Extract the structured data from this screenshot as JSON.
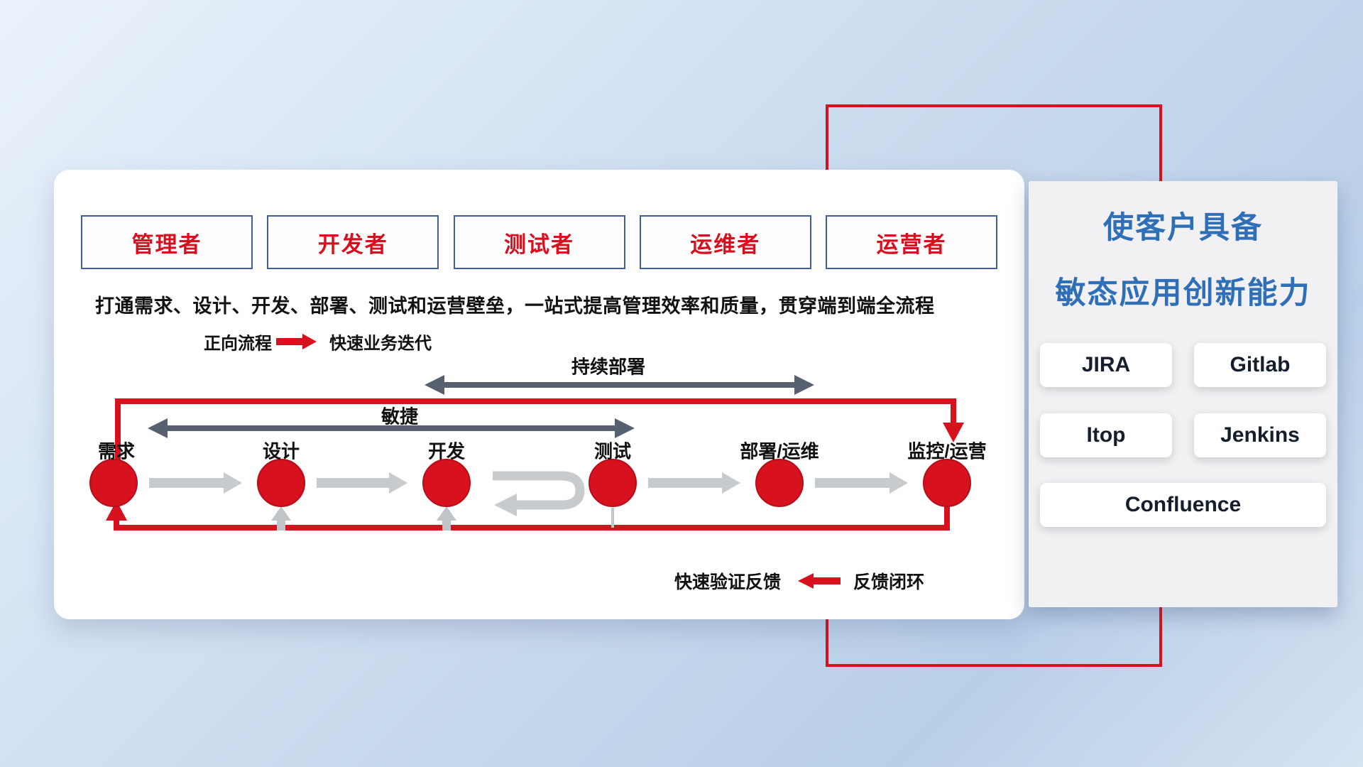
{
  "colors": {
    "accent_red": "#d7111e",
    "role_border_blue": "#3f5ca6",
    "title_blue": "#2e6fb8",
    "dark_arrow": "#566070",
    "light_arrow": "#c8cbce"
  },
  "roles": [
    "管理者",
    "开发者",
    "测试者",
    "运维者",
    "运营者"
  ],
  "subtitle": "打通需求、设计、开发、部署、测试和运营壁垒，一站式提高管理效率和质量，贯穿端到端全流程",
  "legend_forward": {
    "label": "正向流程",
    "desc": "快速业务迭代"
  },
  "flow": {
    "continuous_deploy_label": "持续部署",
    "agile_label": "敏捷",
    "nodes": [
      "需求",
      "设计",
      "开发",
      "测试",
      "部署/运维",
      "监控/运营"
    ],
    "feedback_fast_label": "快速验证反馈",
    "feedback_loop_label": "反馈闭环"
  },
  "right_panel": {
    "title_line1": "使客户具备",
    "title_line2": "敏态应用创新能力",
    "tools": [
      "JIRA",
      "Gitlab",
      "Itop",
      "Jenkins",
      "Confluence"
    ]
  }
}
